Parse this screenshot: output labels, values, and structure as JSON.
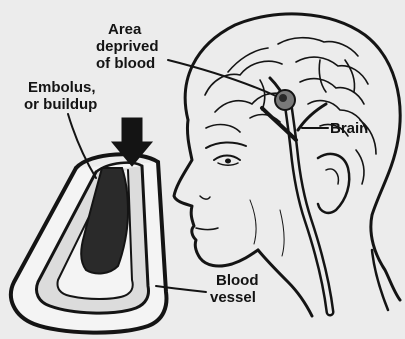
{
  "labels": {
    "area_deprived_line1": "Area",
    "area_deprived_line2": "deprived",
    "area_deprived_line3": "of blood",
    "embolus_line1": "Embolus,",
    "embolus_line2": "or buildup",
    "brain": "Brain",
    "blood_vessel_line1": "Blood",
    "blood_vessel_line2": "vessel"
  },
  "colors": {
    "background": "#ececec",
    "ink": "#141414",
    "embolus_fill": "#2a2a2a",
    "vessel_fill": "#f4f4f4"
  }
}
